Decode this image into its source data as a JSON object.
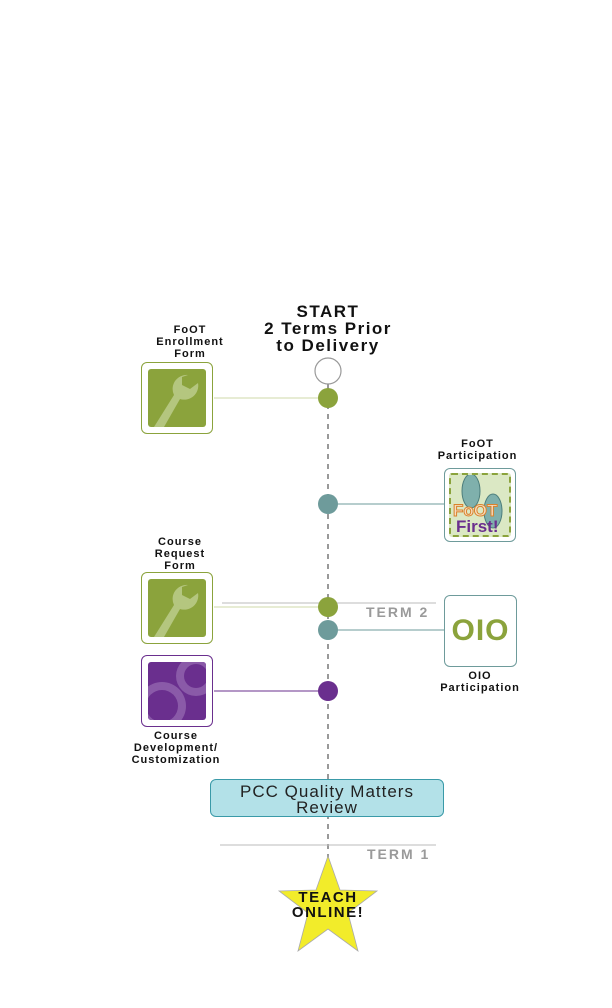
{
  "title": {
    "line1": "START",
    "line2": "2 Terms Prior",
    "line3": "to Delivery"
  },
  "colors": {
    "green": "#8ba33c",
    "teal": "#6e9b9b",
    "purple": "#6a2f8e",
    "cyan": "#b3e1e8",
    "star": "#f2ec2a",
    "term": "#9a9a9a"
  },
  "steps": [
    {
      "id": "foot-enrollment",
      "label": [
        "FoOT",
        "Enrollment",
        "Form"
      ],
      "icon": "wrench-icon",
      "color": "green"
    },
    {
      "id": "foot-participation",
      "label": [
        "FoOT",
        "Participation"
      ],
      "icon": "footprints-icon",
      "badge": {
        "line1": "FoOT",
        "line2": "First!"
      }
    },
    {
      "id": "course-request",
      "label": [
        "Course",
        "Request",
        "Form"
      ],
      "icon": "wrench-icon",
      "color": "green"
    },
    {
      "id": "oio-participation",
      "label": [
        "OIO",
        "Participation"
      ],
      "badge_text": "OIO"
    },
    {
      "id": "course-development",
      "label": [
        "Course",
        "Development/",
        "Customization"
      ],
      "icon": "gears-icon",
      "color": "purple"
    }
  ],
  "terms": {
    "term2": "TERM 2",
    "term1": "TERM 1"
  },
  "review": {
    "line1": "PCC Quality Matters",
    "line2": "Review"
  },
  "finish": {
    "line1": "TEACH",
    "line2": "ONLINE!"
  }
}
